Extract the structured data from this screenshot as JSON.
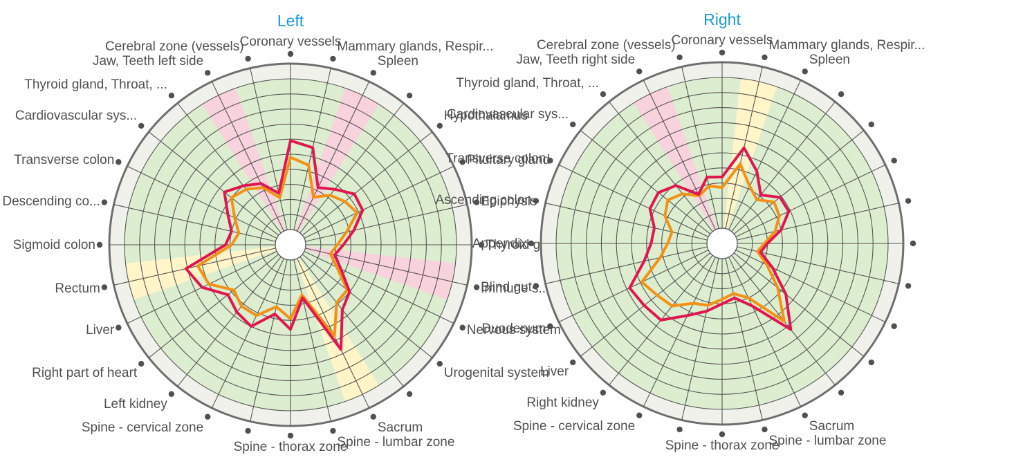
{
  "chart_data": [
    {
      "type": "radar",
      "title": "Left",
      "rmax": 10,
      "labels": [
        "Coronary vessels",
        "Mammary glands, Respir...",
        "Spleen",
        "",
        "Hypothalamus",
        "Pituitary gland",
        "Epiphysis",
        "Thyroid g...",
        "Immune s...",
        "Nervous system",
        "Urogenital system",
        "",
        "Sacrum",
        "Spine - lumbar zone",
        "Spine - thorax zone",
        "",
        "Spine - cervical zone",
        "Left kidney",
        "Right part of heart",
        "Liver",
        "Rectum",
        "Sigmoid colon",
        "Descending co...",
        "Transverse colon",
        "Cardiovascular sys...",
        "Thyroid gland, Throat, ...",
        "Jaw, Teeth left side",
        "Cerebral zone (vessels)"
      ],
      "zones": [
        {
          "spoke": 2,
          "color": "#f8d2dc"
        },
        {
          "spoke": 8,
          "color": "#f8d2dc"
        },
        {
          "spoke": 12,
          "color": "#fff5c8"
        },
        {
          "spoke": 20,
          "color": "#fff5c8"
        },
        {
          "spoke": 26,
          "color": "#f8d2dc"
        }
      ],
      "series": [
        {
          "color": "#e0174f",
          "values": [
            5.9,
            5.6,
            3.2,
            3.7,
            4.4,
            4.3,
            3.3,
            2.5,
            2.0,
            2.7,
            4.0,
            4.5,
            6.7,
            2.6,
            4.6,
            3.7,
            5.0,
            4.7,
            4.3,
            5.5,
            6.1,
            3.3,
            3.0,
            3.6,
            4.6,
            4.0,
            3.5,
            2.5
          ]
        },
        {
          "color": "#f39114",
          "values": [
            4.8,
            4.4,
            2.5,
            3.2,
            3.6,
            3.9,
            2.8,
            2.1,
            1.7,
            2.4,
            3.8,
            3.9,
            5.7,
            2.4,
            3.9,
            3.2,
            4.2,
            4.2,
            3.8,
            5.0,
            5.3,
            2.9,
            2.5,
            3.1,
            4.0,
            3.7,
            3.2,
            2.2
          ]
        }
      ]
    },
    {
      "type": "radar",
      "title": "Right",
      "rmax": 10,
      "labels": [
        "Coronary vessels",
        "Cerebral zone (vessels)",
        "Jaw, Teeth right side",
        "Thyroid gland, Throat, ...",
        "Cardiovascular sys...",
        "Transverse colon",
        "Ascending colon",
        "Appendix",
        "Blind gut",
        "Duodenum",
        "Liver",
        "Right kidney",
        "Spine - cervical zone",
        "",
        "Spine - thorax zone",
        "Spine - lumbar zone",
        "Sacrum",
        "",
        "",
        "",
        "",
        "",
        "",
        "",
        "",
        "",
        "Spleen",
        "Mammary glands, Respir..."
      ],
      "zones": [
        {
          "spoke": 2,
          "color": "#f8d2dc"
        },
        {
          "spoke": 27,
          "color": "#fff5c8"
        }
      ],
      "series": [
        {
          "color": "#e0174f",
          "values": [
            3.4,
            3.5,
            2.6,
            3.9,
            4.4,
            4.3,
            3.6,
            3.7,
            4.3,
            5.8,
            5.6,
            5.5,
            4.3,
            3.6,
            3.0,
            2.7,
            3.6,
            6.3,
            4.4,
            2.7,
            1.6,
            2.0,
            3.0,
            3.9,
            3.9,
            3.1,
            4.3,
            5.5
          ]
        },
        {
          "color": "#f39114",
          "values": [
            2.7,
            2.9,
            2.5,
            3.2,
            3.6,
            3.2,
            2.4,
            2.6,
            3.2,
            4.9,
            4.5,
            4.3,
            3.4,
            3.2,
            2.7,
            2.4,
            3.0,
            5.6,
            3.7,
            2.3,
            1.4,
            1.8,
            2.6,
            3.2,
            3.4,
            2.7,
            3.2,
            4.4
          ]
        }
      ]
    }
  ]
}
